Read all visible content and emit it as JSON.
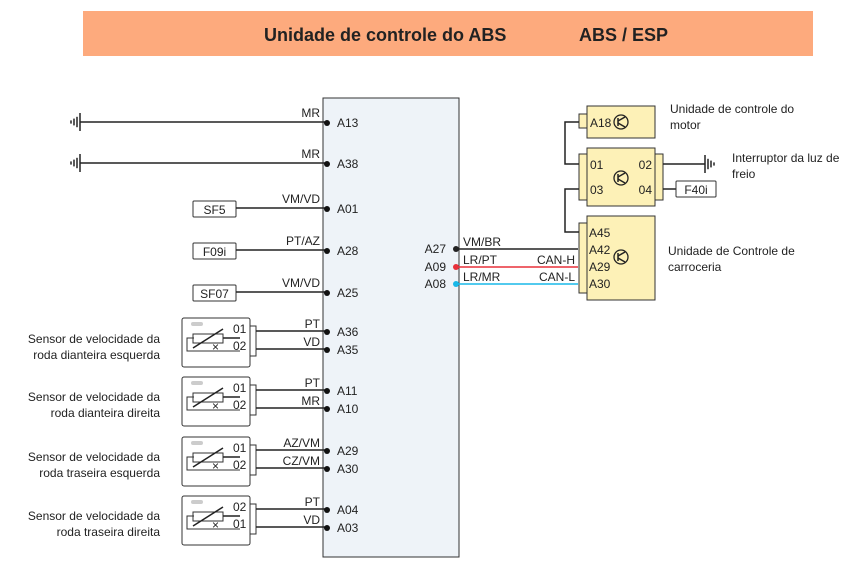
{
  "header": {
    "title": "Unidade de controle do ABS",
    "code": "ABS / ESP"
  },
  "colors": {
    "header_bg": "#fdaa7d",
    "ecu_fill": "#eef3f8",
    "module_fill": "#fdf1b7",
    "can_h": "#e8303a",
    "can_l": "#18b8e8"
  },
  "left_pins": [
    {
      "source": "ground",
      "wire": "MR",
      "pin": "A13"
    },
    {
      "source": "ground",
      "wire": "MR",
      "pin": "A38"
    },
    {
      "source": "SF5",
      "wire": "VM/VD",
      "pin": "A01"
    },
    {
      "source": "F09i",
      "wire": "PT/AZ",
      "pin": "A28"
    },
    {
      "source": "SF07",
      "wire": "VM/VD",
      "pin": "A25"
    }
  ],
  "sensors": [
    {
      "label": "Sensor de velocidade da roda dianteira esquerda",
      "pins": [
        "01",
        "02"
      ],
      "wires": [
        "PT",
        "VD"
      ],
      "ecu_pins": [
        "A36",
        "A35"
      ]
    },
    {
      "label": "Sensor de velocidade da roda dianteira direita",
      "pins": [
        "01",
        "02"
      ],
      "wires": [
        "PT",
        "MR"
      ],
      "ecu_pins": [
        "A11",
        "A10"
      ]
    },
    {
      "label": "Sensor de velocidade da roda traseira esquerda",
      "pins": [
        "01",
        "02"
      ],
      "wires": [
        "AZ/VM",
        "CZ/VM"
      ],
      "ecu_pins": [
        "A29",
        "A30"
      ]
    },
    {
      "label": "Sensor de velocidade da roda traseira direita",
      "pins": [
        "02",
        "01"
      ],
      "wires": [
        "PT",
        "VD"
      ],
      "ecu_pins": [
        "A04",
        "A03"
      ]
    }
  ],
  "right_pins": [
    {
      "pin": "A27",
      "wire": "VM/BR",
      "signal": ""
    },
    {
      "pin": "A09",
      "wire": "LR/PT",
      "signal": "CAN-H"
    },
    {
      "pin": "A08",
      "wire": "LR/MR",
      "signal": "CAN-L"
    }
  ],
  "modules": {
    "engine": {
      "label": "Unidade de controle do motor",
      "pin": "A18"
    },
    "brake_switch": {
      "label": "Interruptor da luz de freio",
      "pins": [
        "01",
        "03",
        "02",
        "04"
      ],
      "fuse": "F40i"
    },
    "body": {
      "label": "Unidade de Controle de carroceria",
      "pins": [
        "A45",
        "A42",
        "A29",
        "A30"
      ]
    }
  }
}
